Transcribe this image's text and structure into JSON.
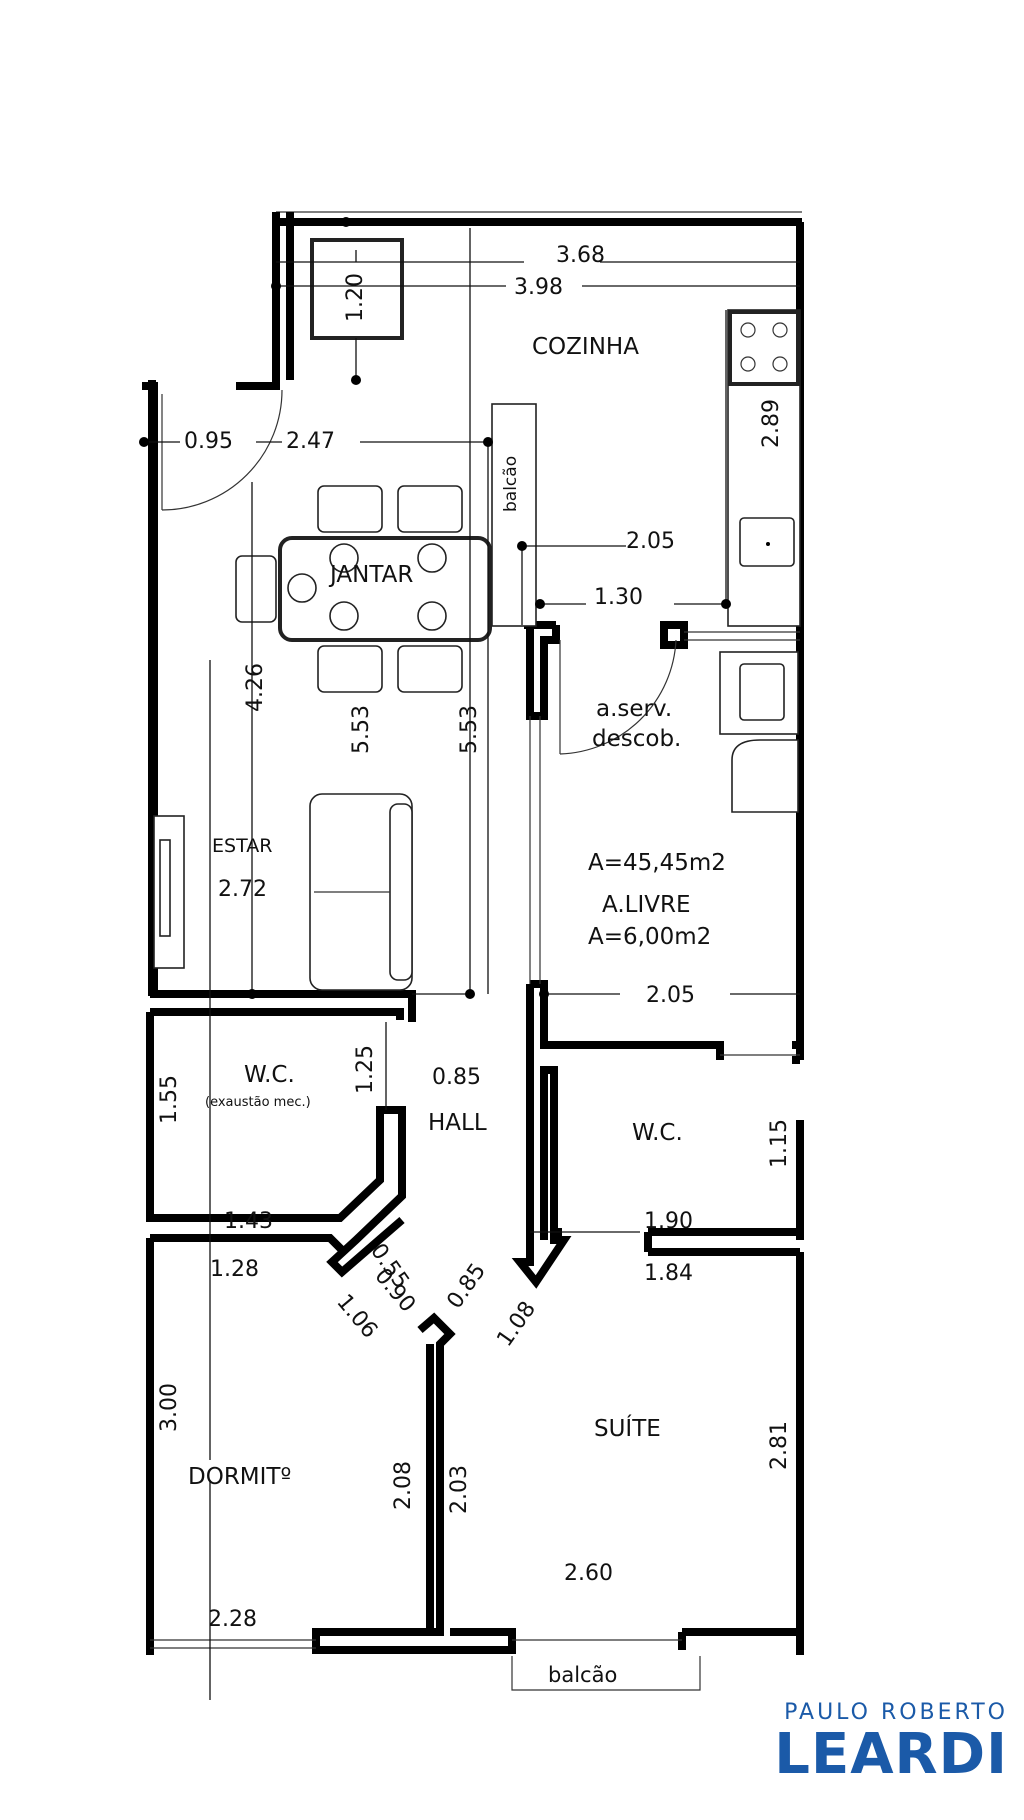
{
  "plan": {
    "rooms": {
      "cozinha": "COZINHA",
      "jantar": "JANTAR",
      "estar": "ESTAR",
      "wc_social": "W.C.",
      "wc_social_note": "(exaustão mec.)",
      "hall": "HALL",
      "wc_suite": "W.C.",
      "dormitorio": "DORMITº",
      "suite": "SUÍTE",
      "area_servico_1": "a.serv.",
      "area_servico_2": "descob.",
      "balcao_cozinha": "balcão",
      "balcao_externo": "balcão"
    },
    "area_total": "A=45,45m2",
    "area_livre_title": "A.LIVRE",
    "area_livre": "A=6,00m2",
    "dimensions": {
      "d368": "3.68",
      "d398": "3.98",
      "d120": "1.20",
      "d289": "2.89",
      "d095": "0.95",
      "d247": "2.47",
      "d205a": "2.05",
      "d130": "1.30",
      "d426": "4.26",
      "d553a": "5.53",
      "d553b": "5.53",
      "d272": "2.72",
      "d205b": "2.05",
      "d155": "1.55",
      "d125": "1.25",
      "d085a": "0.85",
      "d115": "1.15",
      "d143": "1.43",
      "d055": "0.55",
      "d190": "1.90",
      "d128": "1.28",
      "d090": "0.90",
      "d085b": "0.85",
      "d184": "1.84",
      "d106": "1.06",
      "d108": "1.08",
      "d300": "3.00",
      "d208": "2.08",
      "d203": "2.03",
      "d281": "2.81",
      "d260": "2.60",
      "d228": "2.28"
    }
  },
  "brand": {
    "line1": "PAULO ROBERTO",
    "line2": "LEARDI",
    "color": "#1b5aa8"
  }
}
